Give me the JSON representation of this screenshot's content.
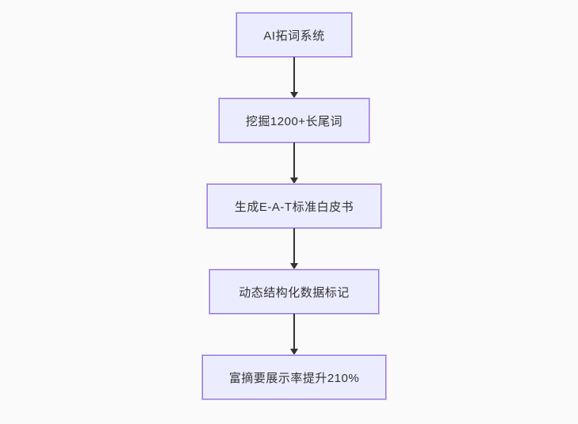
{
  "diagram": {
    "type": "flowchart",
    "direction": "top-down",
    "nodes": [
      {
        "id": "node-1",
        "label": "AI拓词系统"
      },
      {
        "id": "node-2",
        "label": "挖掘1200+长尾词"
      },
      {
        "id": "node-3",
        "label": "生成E-A-T标准白皮书"
      },
      {
        "id": "node-4",
        "label": "动态结构化数据标记"
      },
      {
        "id": "node-5",
        "label": "富摘要展示率提升210%"
      }
    ],
    "edges": [
      {
        "from": "node-1",
        "to": "node-2"
      },
      {
        "from": "node-2",
        "to": "node-3"
      },
      {
        "from": "node-3",
        "to": "node-4"
      },
      {
        "from": "node-4",
        "to": "node-5"
      }
    ],
    "colors": {
      "node_fill": "#ECECFF",
      "node_border": "#9370DB",
      "text": "#333333",
      "arrow": "#333333",
      "background": "#FAFAFA"
    }
  }
}
